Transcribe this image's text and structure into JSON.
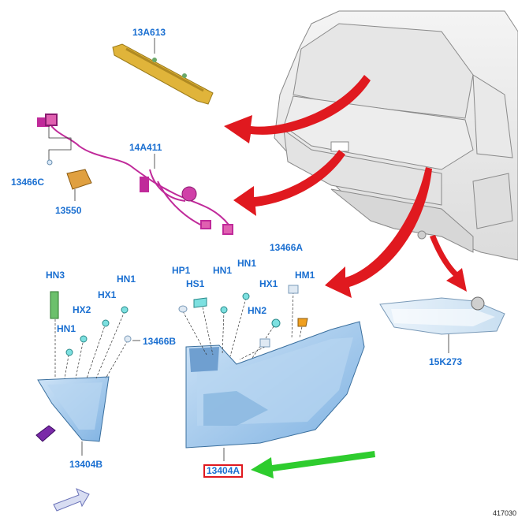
{
  "diagram": {
    "labels": {
      "l_13A613": "13A613",
      "l_14A411": "14A411",
      "l_13466C": "13466C",
      "l_13550": "13550",
      "l_HN3": "HN3",
      "l_HN1_a": "HN1",
      "l_HX1_a": "HX1",
      "l_HX2": "HX2",
      "l_HN1_b": "HN1",
      "l_13466B": "13466B",
      "l_13404B": "13404B",
      "l_HP1": "HP1",
      "l_HS1": "HS1",
      "l_HN1_c": "HN1",
      "l_HN1_d": "HN1",
      "l_13466A": "13466A",
      "l_HX1_b": "HX1",
      "l_HM1": "HM1",
      "l_HN2": "HN2",
      "l_13404A": "13404A",
      "l_15K273": "15K273"
    },
    "highlighted_part": "13404A",
    "reference": "417030"
  },
  "colors": {
    "label": "#1a6fd1",
    "highlight_box": "#e0191f",
    "callout_arrow": "#e0191f",
    "pointer_arrow": "#2ecc2e",
    "lamp_fill": "#9cc7ee",
    "harness": "#c02a9a",
    "bracket": "#e0b43a"
  }
}
